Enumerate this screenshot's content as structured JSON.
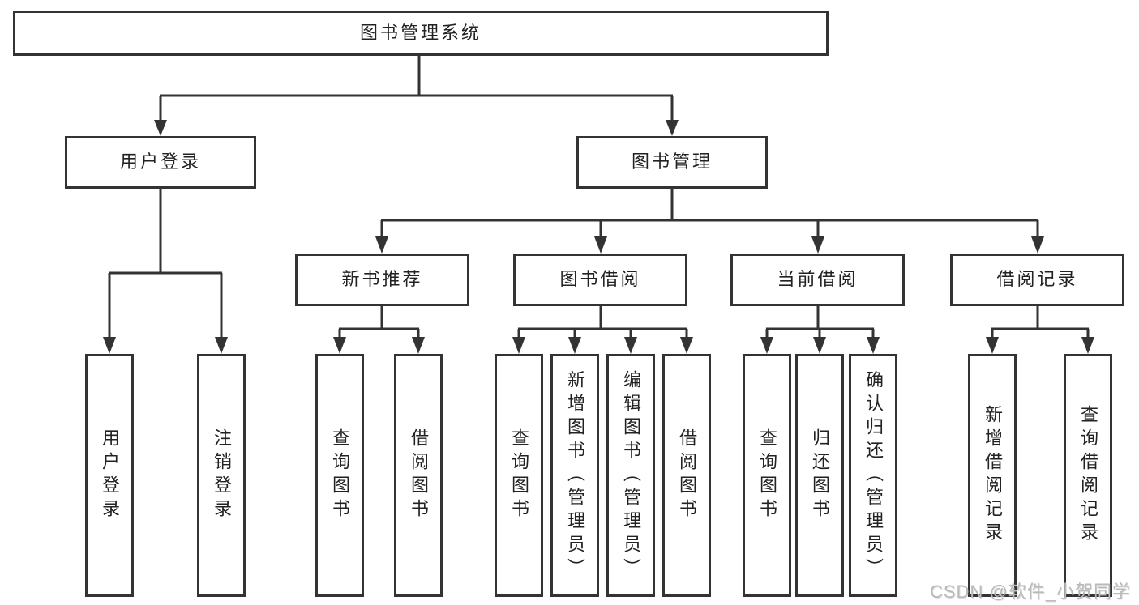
{
  "tree": {
    "label": "图书管理系统",
    "children": [
      {
        "label": "用户登录",
        "children": [
          {
            "label": "用户登录"
          },
          {
            "label": "注销登录"
          }
        ]
      },
      {
        "label": "图书管理",
        "children": [
          {
            "label": "新书推荐",
            "children": [
              {
                "label": "查询图书"
              },
              {
                "label": "借阅图书"
              }
            ]
          },
          {
            "label": "图书借阅",
            "children": [
              {
                "label": "查询图书"
              },
              {
                "label": "新增图书（管理员）"
              },
              {
                "label": "编辑图书（管理员）"
              },
              {
                "label": "借阅图书"
              }
            ]
          },
          {
            "label": "当前借阅",
            "children": [
              {
                "label": "查询图书"
              },
              {
                "label": "归还图书"
              },
              {
                "label": "确认归还（管理员）"
              }
            ]
          },
          {
            "label": "借阅记录",
            "children": [
              {
                "label": "新增借阅记录"
              },
              {
                "label": "查询借阅记录"
              }
            ]
          }
        ]
      }
    ]
  },
  "watermark": {
    "text": "CSDN @软件_小贺同学"
  },
  "colors": {
    "line": "#333333",
    "box_border": "#333333",
    "box_fill": "#ffffff",
    "text": "#222222",
    "watermark": "#b9b9b9",
    "background": "#ffffff"
  }
}
